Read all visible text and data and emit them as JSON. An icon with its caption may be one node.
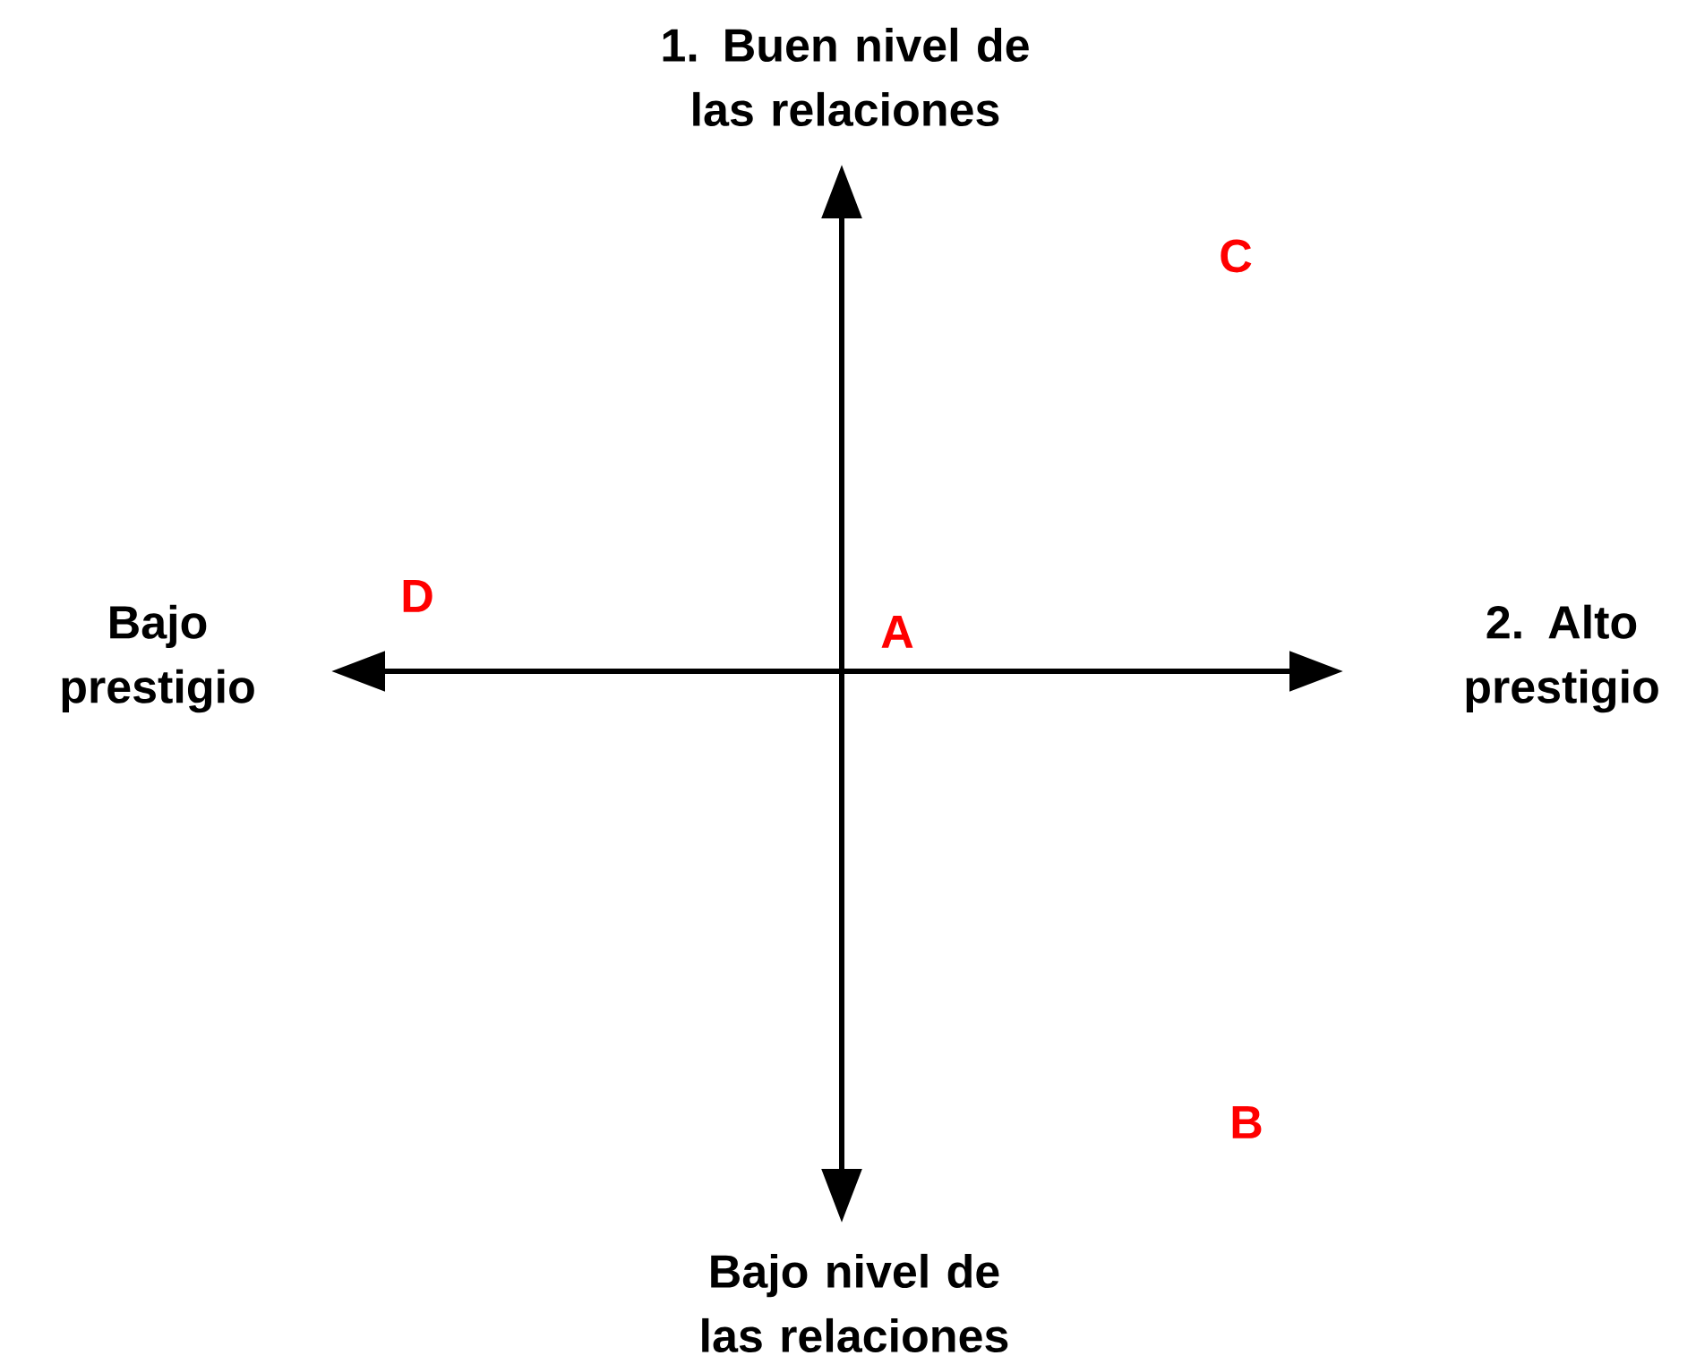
{
  "diagram": {
    "labels": [
      "1. Buen nivel de las relaciones",
      "C",
      "D",
      "Bajo prestigio",
      "A",
      "2. Alto prestigio",
      "B",
      "Bajo nivel de las relaciones"
    ]
  }
}
